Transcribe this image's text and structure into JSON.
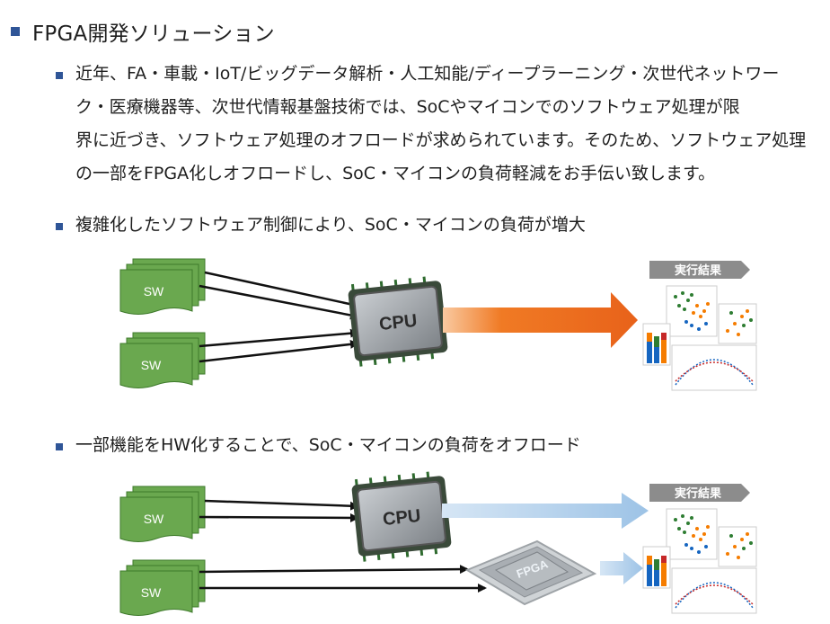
{
  "bullets": {
    "level1": "FPGA開発ソリューション",
    "level2_intro_lines": [
      "近年、FA・車載・IoT/ビッグデータ解析・人工知能/ディープラーニング・次世代ネットワー",
      "ク・医療機器等、次世代情報基盤技術では、SoCやマイコンでのソフトウェア処理が限",
      "界に近づき、ソフトウェア処理のオフロードが求められています。そのため、ソフトウェア処理",
      "の一部をFPGA化しオフロードし、SoC・マイコンの負荷軽減をお手伝い致します。"
    ],
    "level2_problem": "複雑化したソフトウェア制御により、SoC・マイコンの負荷が増大",
    "level2_solution": "一部機能をHW化することで、SoC・マイコンの負荷をオフロード"
  },
  "diagram_top": {
    "sw_labels": [
      "SW",
      "SW"
    ],
    "chip_label": "CPU",
    "result_label": "実行結果"
  },
  "diagram_bottom": {
    "sw_labels": [
      "SW",
      "SW"
    ],
    "chip_label": "CPU",
    "fpga_label": "FPGA",
    "result_label": "実行結果"
  },
  "colors": {
    "bullet": "#2f5597",
    "sw_doc": "#6aa84f",
    "sw_doc_border": "#3e7a2b",
    "arrow_orange": "#f07a24",
    "arrow_light_blue": "#9dc3e6",
    "result_tab": "#8c8c8c",
    "chip_body": "#8a8f94",
    "chip_pins": "#2f6b2f"
  }
}
